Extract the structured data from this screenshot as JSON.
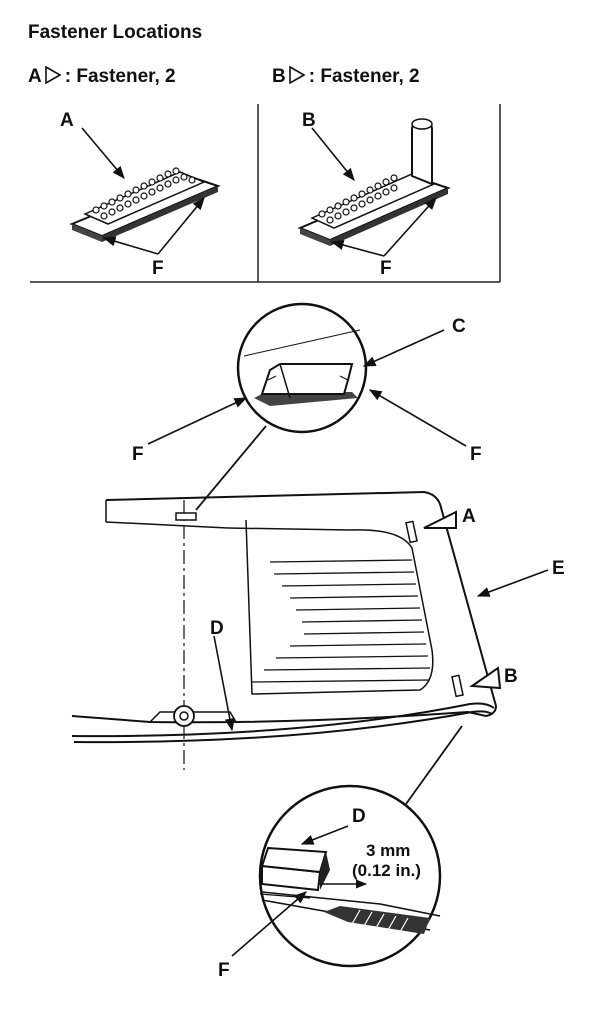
{
  "title": "Fastener Locations",
  "legend": {
    "a": {
      "letter": "A",
      "text": ": Fastener, 2"
    },
    "b": {
      "letter": "B",
      "text": ": Fastener, 2"
    }
  },
  "callouts": {
    "a": "A",
    "b": "B",
    "c": "C",
    "d": "D",
    "e": "E",
    "f": "F"
  },
  "dimension": {
    "metric": "3 mm",
    "imperial": "(0.12 in.)"
  }
}
